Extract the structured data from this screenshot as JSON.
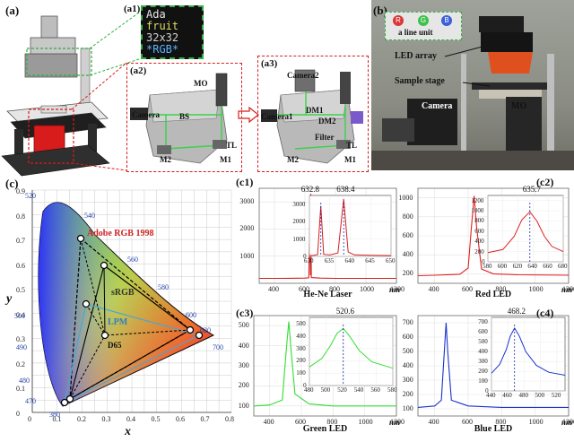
{
  "panels": {
    "a": "(a)",
    "a1": "(a1)",
    "a2": "(a2)",
    "a3": "(a3)",
    "b": "(b)",
    "c": "(c)",
    "c1": "(c1)",
    "c2": "(c2)",
    "c3": "(c3)",
    "c4": "(c4)"
  },
  "a1_screen": {
    "line1": "Ada",
    "line2": "fruit",
    "line3": "32x32",
    "line4": "*RGB*"
  },
  "a2_labels": {
    "mo": "MO",
    "camera": "Camera",
    "bs": "BS",
    "tl": "TL",
    "m2": "M2",
    "m1": "M1"
  },
  "a3_labels": {
    "camera2": "Camera2",
    "camera1": "Camera1",
    "dm1": "DM1",
    "dm2": "DM2",
    "filter": "Filter",
    "tl": "TL",
    "m2": "M2",
    "m1": "M1"
  },
  "b_labels": {
    "r": "R",
    "g": "G",
    "b": "B",
    "line_unit": "a line unit",
    "led_array": "LED array",
    "sample_stage": "Sample stage",
    "camera": "Camera",
    "mo": "MO"
  },
  "cie": {
    "title_adobe": "Adobe RGB 1998",
    "label_srgb": "sRGB",
    "label_d65": "D65",
    "label_lpm": "LPM",
    "xlabel": "x",
    "ylabel": "y",
    "xticks": [
      "0",
      "0.1",
      "0.2",
      "0.3",
      "0.4",
      "0.5",
      "0.6",
      "0.7",
      "0.8"
    ],
    "yticks": [
      "0.9",
      "0.8",
      "0.7",
      "0.6",
      "0.5",
      "0.4",
      "0.3",
      "0.2",
      "0.1",
      "0"
    ],
    "wavelengths": [
      "520",
      "540",
      "560",
      "580",
      "600",
      "620",
      "700",
      "500",
      "490",
      "480",
      "470",
      "380"
    ],
    "colors": {
      "locus": "#000000",
      "adobe": "#000000",
      "srgb": "#000000",
      "lpm": "#3399cc",
      "label_blue": "#2244aa",
      "adobe_text": "#cc2222"
    }
  },
  "chart_data": [
    {
      "type": "line",
      "panel": "(c1)",
      "caption": "He-Ne Laser",
      "unit": "nm",
      "color": "#d42020",
      "xticks": [
        "400",
        "600",
        "800",
        "1000",
        "1200"
      ],
      "yticks": [
        "1000",
        "2000",
        "3000"
      ],
      "xlim": [
        300,
        1200
      ],
      "ylim": [
        0,
        3500
      ],
      "series": [
        {
          "x": [
            300,
            400,
            500,
            600,
            625,
            632.8,
            636,
            638.4,
            642,
            700,
            800,
            1000,
            1200
          ],
          "y": [
            180,
            180,
            185,
            190,
            200,
            2600,
            300,
            3300,
            210,
            190,
            180,
            180,
            180
          ]
        }
      ],
      "inset": {
        "xticks": [
          "630",
          "635",
          "640",
          "645",
          "650"
        ],
        "yticks": [
          "0",
          "1000",
          "2000",
          "3000"
        ],
        "xlim": [
          630,
          650
        ],
        "ylim": [
          0,
          3500
        ],
        "peaks": [
          "632.8",
          "638.4"
        ],
        "x": [
          630,
          631,
          632,
          632.8,
          633.5,
          635,
          637,
          638.4,
          639.5,
          641,
          645,
          650
        ],
        "y": [
          50,
          60,
          100,
          2900,
          120,
          80,
          200,
          3300,
          250,
          90,
          60,
          50
        ]
      }
    },
    {
      "type": "line",
      "panel": "(c2)",
      "caption": "Red LED",
      "unit": "nm",
      "color": "#e02020",
      "xticks": [
        "400",
        "600",
        "800",
        "1000",
        "1200"
      ],
      "yticks": [
        "200",
        "400",
        "600",
        "800",
        "1000"
      ],
      "xlim": [
        300,
        1200
      ],
      "ylim": [
        100,
        1100
      ],
      "series": [
        {
          "x": [
            300,
            400,
            550,
            600,
            620,
            635.7,
            650,
            680,
            750,
            900,
            1200
          ],
          "y": [
            180,
            185,
            195,
            260,
            700,
            1020,
            700,
            250,
            200,
            190,
            185
          ]
        }
      ],
      "inset": {
        "xticks": [
          "580",
          "600",
          "620",
          "640",
          "660",
          "680"
        ],
        "yticks": [
          "0",
          "200",
          "400",
          "600",
          "800",
          "1000",
          "1200"
        ],
        "xlim": [
          580,
          680
        ],
        "ylim": [
          0,
          1300
        ],
        "peaks": [
          "635.7"
        ],
        "x": [
          580,
          600,
          615,
          625,
          635.7,
          645,
          655,
          665,
          680
        ],
        "y": [
          180,
          240,
          500,
          820,
          980,
          800,
          500,
          300,
          200
        ]
      }
    },
    {
      "type": "line",
      "panel": "(c3)",
      "caption": "Green LED",
      "unit": "nm",
      "color": "#33dd33",
      "xticks": [
        "400",
        "600",
        "800",
        "1000",
        "1200"
      ],
      "yticks": [
        "100",
        "200",
        "300",
        "400",
        "500"
      ],
      "xlim": [
        300,
        1200
      ],
      "ylim": [
        50,
        550
      ],
      "series": [
        {
          "x": [
            300,
            400,
            480,
            505,
            520.6,
            535,
            560,
            650,
            800,
            1200
          ],
          "y": [
            100,
            105,
            130,
            380,
            520,
            380,
            160,
            110,
            100,
            100
          ]
        }
      ],
      "inset": {
        "xticks": [
          "480",
          "500",
          "520",
          "540",
          "560",
          "580"
        ],
        "yticks": [
          "0",
          "100",
          "200",
          "300",
          "400",
          "500"
        ],
        "xlim": [
          480,
          580
        ],
        "ylim": [
          0,
          550
        ],
        "peaks": [
          "520.6"
        ],
        "x": [
          480,
          495,
          505,
          513,
          520.6,
          528,
          540,
          555,
          580
        ],
        "y": [
          150,
          220,
          320,
          420,
          460,
          400,
          280,
          190,
          140
        ]
      }
    },
    {
      "type": "line",
      "panel": "(c4)",
      "caption": "Blue LED",
      "unit": "nm",
      "color": "#1a33cc",
      "xticks": [
        "400",
        "600",
        "800",
        "1000",
        "1200"
      ],
      "yticks": [
        "100",
        "200",
        "300",
        "400",
        "500",
        "600",
        "700"
      ],
      "xlim": [
        300,
        1200
      ],
      "ylim": [
        50,
        750
      ],
      "series": [
        {
          "x": [
            300,
            400,
            440,
            460,
            468.2,
            478,
            500,
            600,
            800,
            1200
          ],
          "y": [
            110,
            120,
            160,
            550,
            700,
            500,
            160,
            120,
            110,
            110
          ]
        }
      ],
      "inset": {
        "xticks": [
          "440",
          "460",
          "480",
          "500",
          "520"
        ],
        "yticks": [
          "0",
          "100",
          "200",
          "300",
          "400",
          "500",
          "600",
          "700"
        ],
        "xlim": [
          440,
          530
        ],
        "ylim": [
          0,
          750
        ],
        "peaks": [
          "468.2"
        ],
        "x": [
          440,
          450,
          458,
          463,
          468.2,
          474,
          482,
          495,
          510,
          530
        ],
        "y": [
          180,
          270,
          420,
          560,
          640,
          560,
          400,
          260,
          190,
          160
        ]
      }
    }
  ]
}
